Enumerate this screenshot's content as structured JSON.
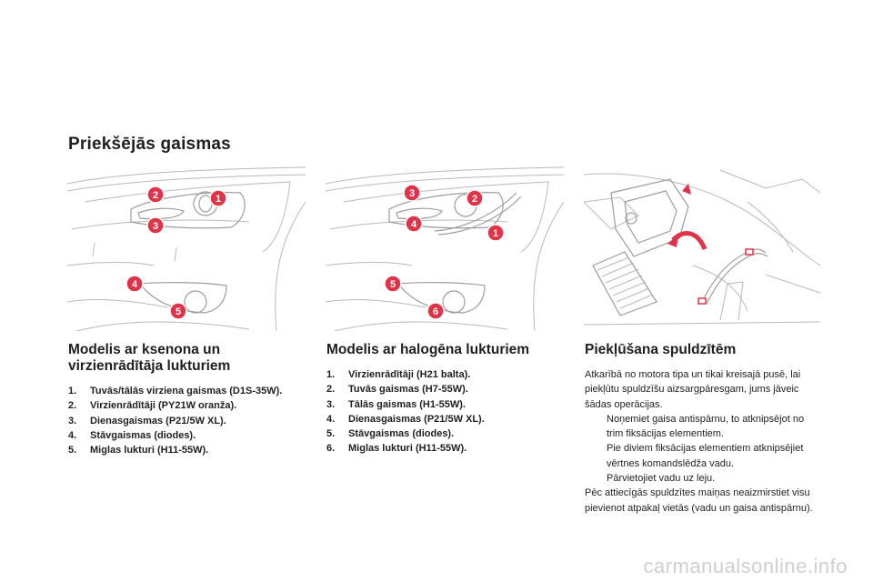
{
  "page": {
    "title": "Priekšējās gaismas",
    "watermark": "carmanualsonline.info"
  },
  "figures": {
    "xenon": {
      "badges": [
        "2",
        "1",
        "3",
        "4",
        "5"
      ]
    },
    "halogen": {
      "badges": [
        "3",
        "2",
        "4",
        "1",
        "5",
        "6"
      ]
    }
  },
  "xenon": {
    "heading": "Modelis ar ksenona un virzienrādītāja lukturiem",
    "items": [
      {
        "num": "1.",
        "text": "Tuvās/tālās virziena gaismas (D1S-35W)."
      },
      {
        "num": "2.",
        "text": "Virzienrādītāji (PY21W oranža)."
      },
      {
        "num": "3.",
        "text": "Dienasgaismas (P21/5W XL)."
      },
      {
        "num": "4.",
        "text": "Stāvgaismas (diodes)."
      },
      {
        "num": "5.",
        "text": "Miglas lukturi (H11-55W)."
      }
    ]
  },
  "halogen": {
    "heading": "Modelis ar halogēna lukturiem",
    "items": [
      {
        "num": "1.",
        "text": "Virzienrādītāji (H21 balta)."
      },
      {
        "num": "2.",
        "text": "Tuvās gaismas (H7-55W)."
      },
      {
        "num": "3.",
        "text": "Tālās gaismas (H1-55W)."
      },
      {
        "num": "4.",
        "text": "Dienasgaismas (P21/5W XL)."
      },
      {
        "num": "5.",
        "text": "Stāvgaismas (diodes)."
      },
      {
        "num": "6.",
        "text": "Miglas lukturi (H11-55W)."
      }
    ]
  },
  "access": {
    "heading": "Piekļūšana spuldzītēm",
    "intro": "Atkarībā no motora tipa un tikai kreisajā pusē, lai piekļūtu spuldzīšu aizsargpāresgam, jums jāveic šādas operācijas.",
    "bullet_mark": "",
    "bullets": [
      "Noņemiet gaisa antispārnu, to atknipsējot no trim fiksācijas elementiem.",
      "Pie diviem fiksācijas elementiem atknipsējiet vērtnes komandslēdža vadu.",
      "Pārvietojiet vadu uz leju."
    ],
    "outro": "Pēc attiecīgās spuldzītes maiņas neaizmirstiet visu pievienot atpakaļ vietās (vadu un gaisa antispārnu)."
  },
  "colors": {
    "badge": "#e0334a",
    "arrow": "#e0334a",
    "line": "#b9b9b9"
  }
}
